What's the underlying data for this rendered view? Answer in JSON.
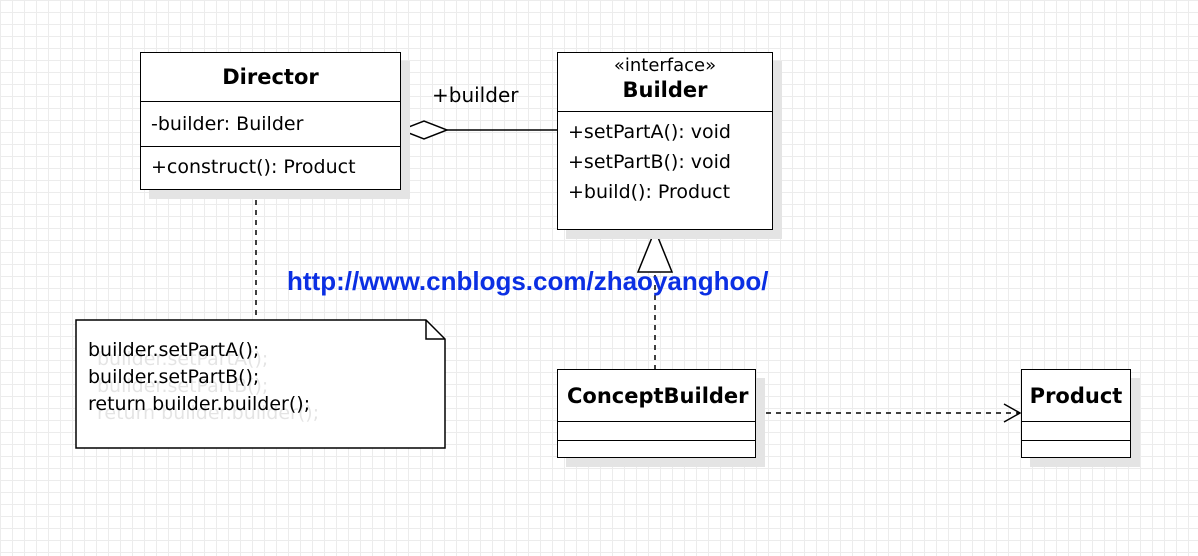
{
  "director": {
    "name": "Director",
    "attributes": [
      "-builder: Builder"
    ],
    "operations": [
      "+construct(): Product"
    ]
  },
  "builder": {
    "stereotype": "«interface»",
    "name": "Builder",
    "operations": [
      "+setPartA(): void",
      "+setPartB(): void",
      "+build(): Product"
    ]
  },
  "concept_builder": {
    "name": "ConceptBuilder"
  },
  "product": {
    "name": "Product"
  },
  "association": {
    "role": "+builder"
  },
  "note": {
    "lines": [
      "builder.setPartA();",
      "builder.setPartB();",
      "return builder.builder();"
    ]
  },
  "watermark": "http://www.cnblogs.com/zhaoyanghoo/",
  "colors": {
    "watermark": "#0b2fe3",
    "grid": "#ececec",
    "shadow": "#e4e4e4"
  }
}
